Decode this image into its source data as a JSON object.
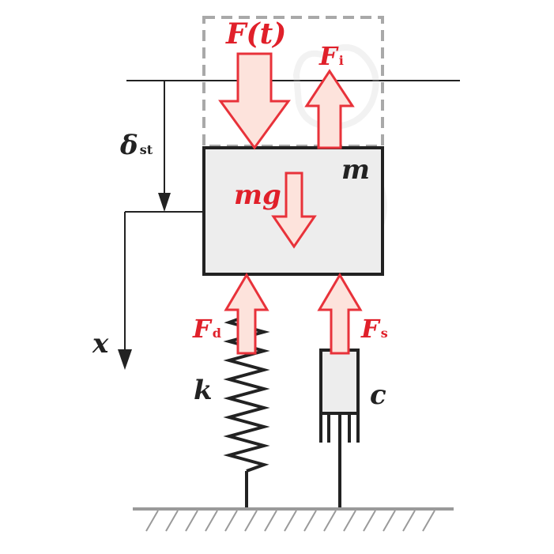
{
  "labels": {
    "force_t": "F(t)",
    "force_i_main": "F",
    "force_i_sub": "i",
    "mass": "m",
    "gravity": "mg",
    "delta_main": "δ",
    "delta_sub": "st",
    "x_axis": "x",
    "force_d_main": "F",
    "force_d_sub": "d",
    "force_s_main": "F",
    "force_s_sub": "s",
    "spring": "k",
    "damper": "c"
  },
  "colors": {
    "force_stroke": "#e8323a",
    "force_fill": "#fde3dc",
    "force_text": "#e0202a",
    "line": "#222222",
    "mass_fill": "#ededed",
    "ghost_box": "#a9a9a9",
    "ground": "#9a9a9a"
  }
}
